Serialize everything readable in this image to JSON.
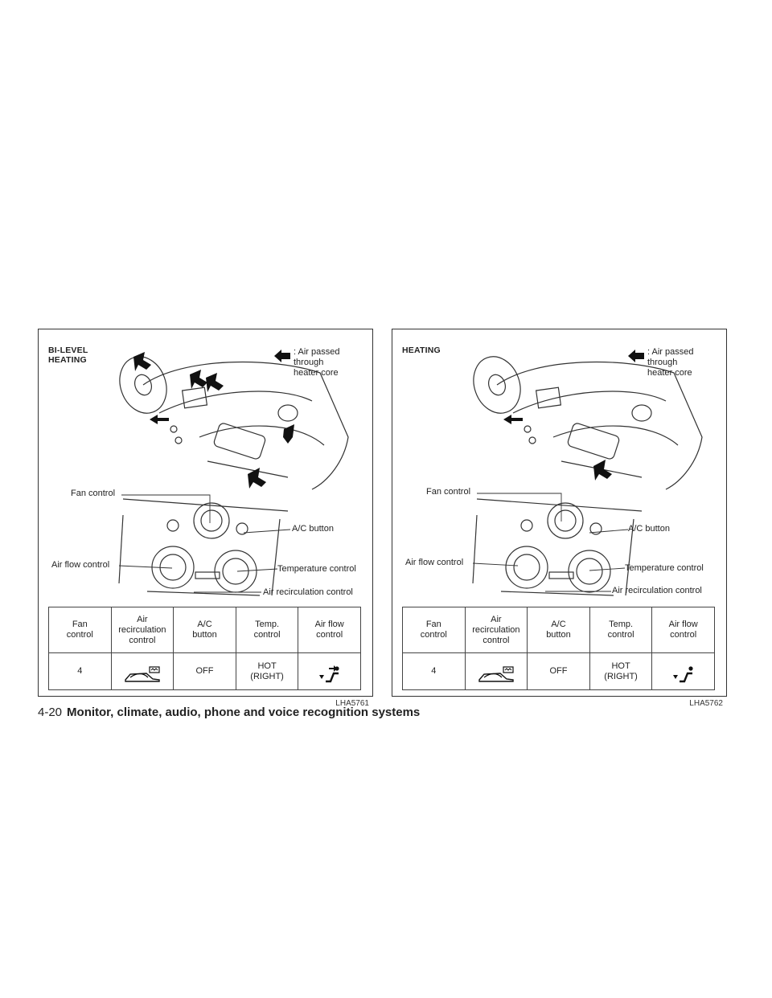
{
  "figures": [
    {
      "mode_title": "BI-LEVEL\nHEATING",
      "legend_text": ": Air passed\n   through\n   heater core",
      "callouts": {
        "fan_control": "Fan control",
        "ac_button": "A/C button",
        "air_flow_control": "Air flow control",
        "temperature_control": "Temperature control",
        "air_recirculation_control": "Air recirculation control"
      },
      "table": {
        "headers": [
          "Fan\ncontrol",
          "Air\nrecirculation\ncontrol",
          "A/C\nbutton",
          "Temp.\ncontrol",
          "Air flow\ncontrol"
        ],
        "values": {
          "fan": "4",
          "air_recirculation_icon": "car-recirculation-off-icon",
          "ac": "OFF",
          "temp": "HOT\n(RIGHT)",
          "air_flow_icon": "bi-level-airflow-icon"
        }
      },
      "code": "LHA5761"
    },
    {
      "mode_title": "HEATING",
      "legend_text": ": Air passed\n   through\n   heater core",
      "callouts": {
        "fan_control": "Fan control",
        "ac_button": "A/C button",
        "air_flow_control": "Air flow control",
        "temperature_control": "Temperature control",
        "air_recirculation_control": "Air recirculation control"
      },
      "table": {
        "headers": [
          "Fan\ncontrol",
          "Air\nrecirculation\ncontrol",
          "A/C\nbutton",
          "Temp.\ncontrol",
          "Air flow\ncontrol"
        ],
        "values": {
          "fan": "4",
          "air_recirculation_icon": "car-recirculation-off-icon",
          "ac": "OFF",
          "temp": "HOT\n(RIGHT)",
          "air_flow_icon": "foot-airflow-icon"
        }
      },
      "code": "LHA5762"
    }
  ],
  "footer": {
    "page_number": "4-20",
    "section_title": "Monitor, climate, audio, phone and voice recognition systems"
  }
}
